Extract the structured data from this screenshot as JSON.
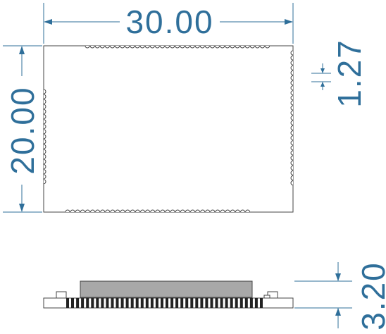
{
  "colors": {
    "dimension": "#2f6f9a",
    "outline": "#444444",
    "shield": "#a8a8a8",
    "pad": "#222222"
  },
  "dimensions": {
    "width": "30.00",
    "height": "20.00",
    "pitch": "1.27",
    "thickness": "3.20"
  }
}
